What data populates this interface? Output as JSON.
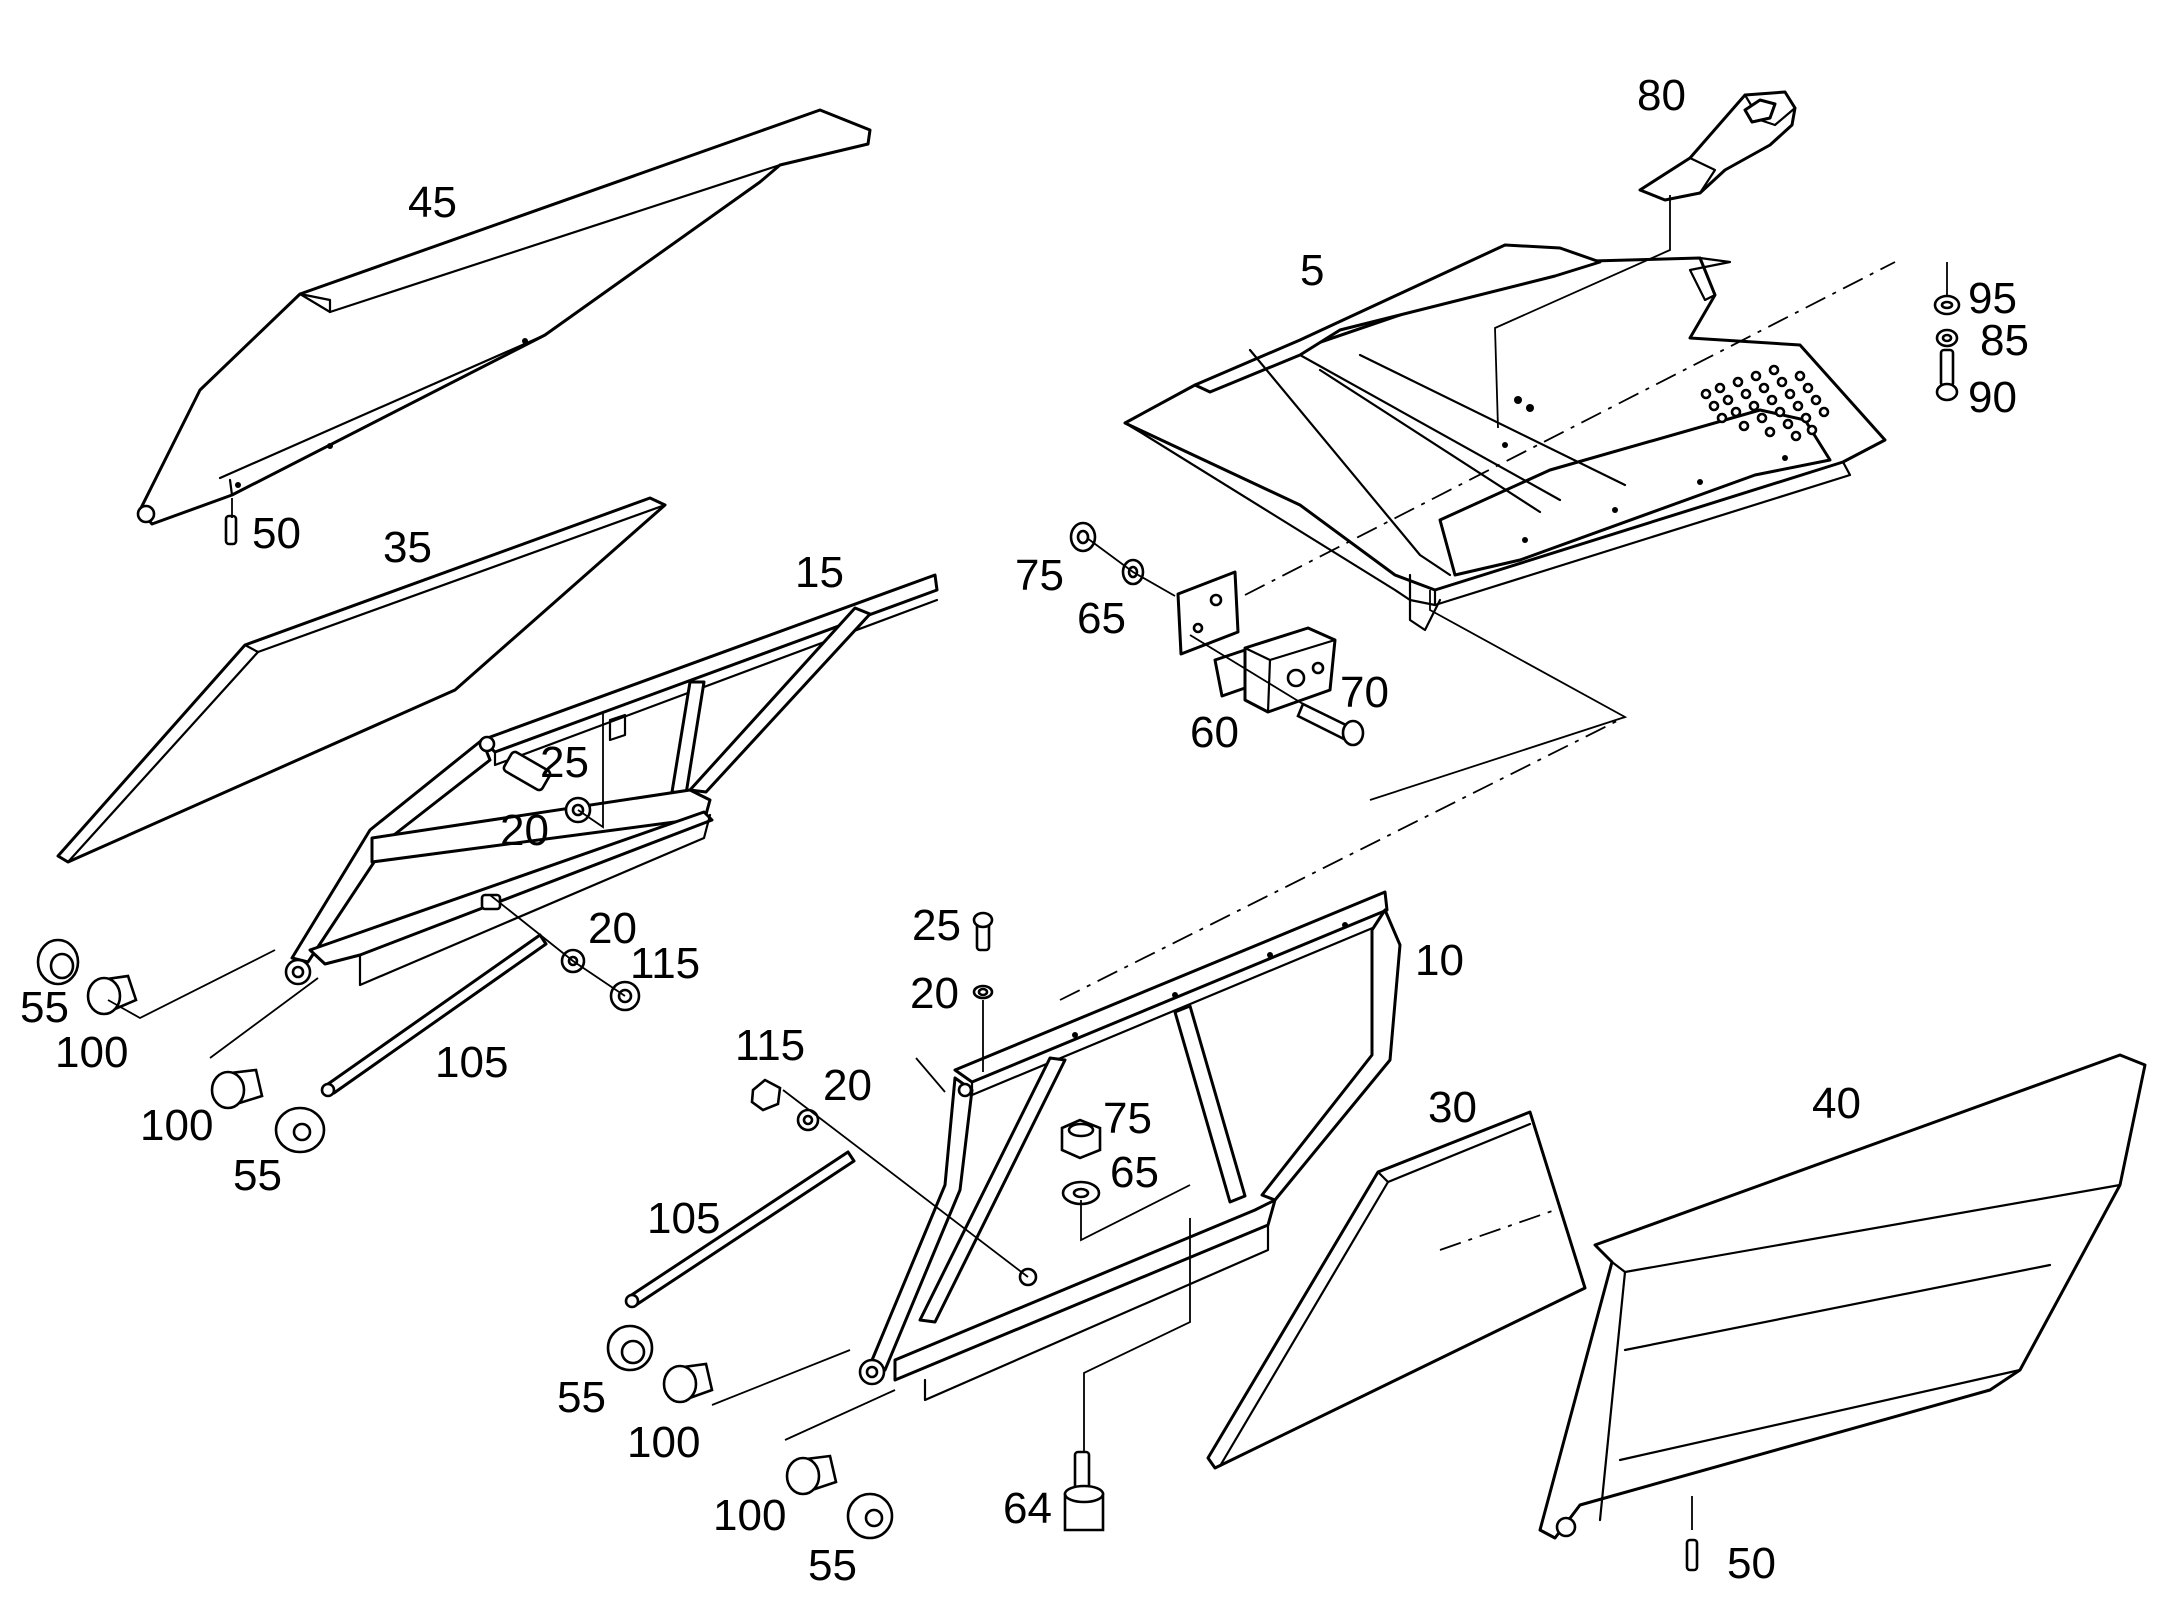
{
  "diagram": {
    "callouts": [
      {
        "key": "c80",
        "text": "80"
      },
      {
        "key": "c45",
        "text": "45"
      },
      {
        "key": "c5",
        "text": "5"
      },
      {
        "key": "c95",
        "text": "95"
      },
      {
        "key": "c85",
        "text": "85"
      },
      {
        "key": "c90",
        "text": "90"
      },
      {
        "key": "c50a",
        "text": "50"
      },
      {
        "key": "c35",
        "text": "35"
      },
      {
        "key": "c15",
        "text": "15"
      },
      {
        "key": "c75a",
        "text": "75"
      },
      {
        "key": "c65a",
        "text": "65"
      },
      {
        "key": "c70",
        "text": "70"
      },
      {
        "key": "c60",
        "text": "60"
      },
      {
        "key": "c25a",
        "text": "25"
      },
      {
        "key": "c20a",
        "text": "20"
      },
      {
        "key": "c20b",
        "text": "20"
      },
      {
        "key": "c115a",
        "text": "115"
      },
      {
        "key": "c55a",
        "text": "55"
      },
      {
        "key": "c100a",
        "text": "100"
      },
      {
        "key": "c105a",
        "text": "105"
      },
      {
        "key": "c100b",
        "text": "100"
      },
      {
        "key": "c55b",
        "text": "55"
      },
      {
        "key": "c25b",
        "text": "25"
      },
      {
        "key": "c20c",
        "text": "20"
      },
      {
        "key": "c10",
        "text": "10"
      },
      {
        "key": "c115b",
        "text": "115"
      },
      {
        "key": "c20d",
        "text": "20"
      },
      {
        "key": "c75b",
        "text": "75"
      },
      {
        "key": "c65b",
        "text": "65"
      },
      {
        "key": "c30",
        "text": "30"
      },
      {
        "key": "c40",
        "text": "40"
      },
      {
        "key": "c105b",
        "text": "105"
      },
      {
        "key": "c55c",
        "text": "55"
      },
      {
        "key": "c100c",
        "text": "100"
      },
      {
        "key": "c100d",
        "text": "100"
      },
      {
        "key": "c55d",
        "text": "55"
      },
      {
        "key": "c64",
        "text": "64"
      },
      {
        "key": "c50b",
        "text": "50"
      }
    ]
  }
}
